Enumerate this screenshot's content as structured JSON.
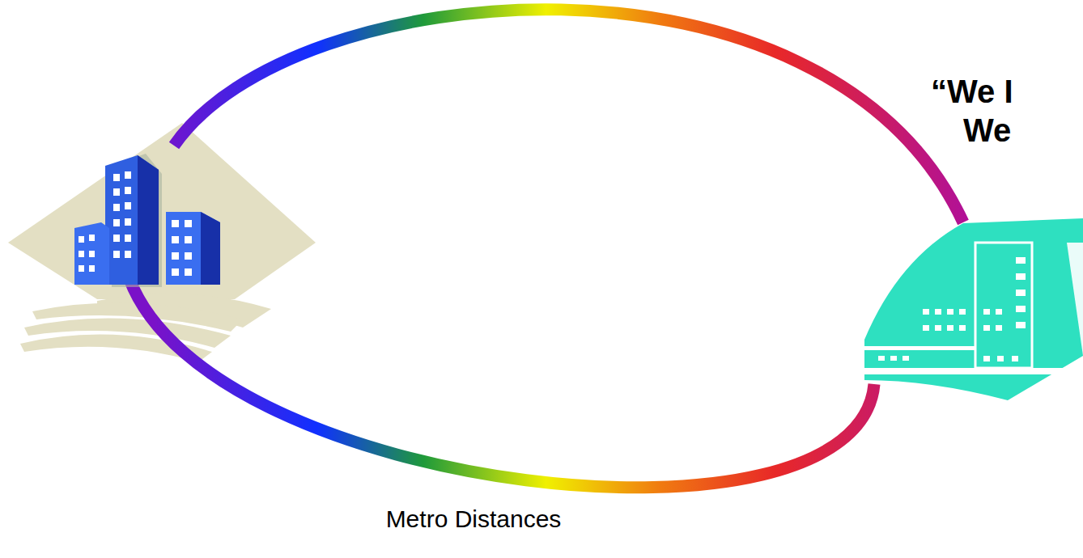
{
  "diagram": {
    "labels": [
      "“We I",
      "We",
      "Metro Distances"
    ]
  }
}
